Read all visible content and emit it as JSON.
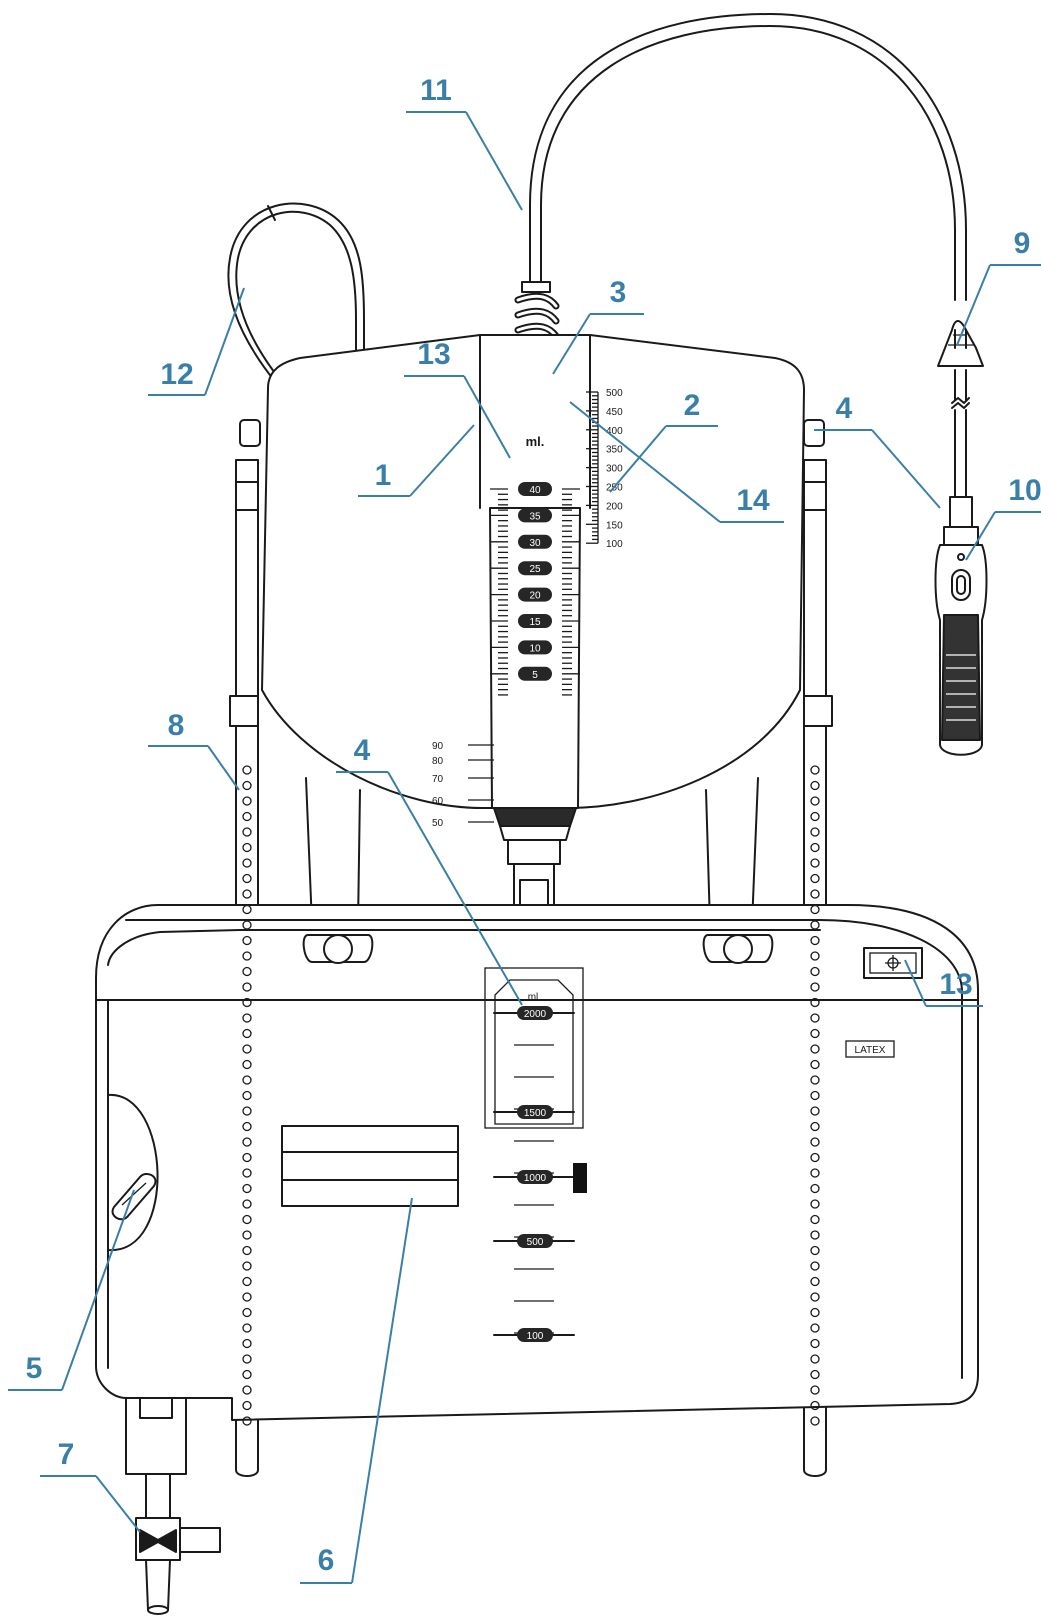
{
  "callouts": [
    {
      "id": "c11",
      "label": "11"
    },
    {
      "id": "c3",
      "label": "3"
    },
    {
      "id": "c13a",
      "label": "13"
    },
    {
      "id": "c2",
      "label": "2"
    },
    {
      "id": "c1",
      "label": "1"
    },
    {
      "id": "c14",
      "label": "14"
    },
    {
      "id": "c12",
      "label": "12"
    },
    {
      "id": "c9",
      "label": "9"
    },
    {
      "id": "c4a",
      "label": "4"
    },
    {
      "id": "c10",
      "label": "10"
    },
    {
      "id": "c8",
      "label": "8"
    },
    {
      "id": "c4b",
      "label": "4"
    },
    {
      "id": "c13b",
      "label": "13"
    },
    {
      "id": "c5",
      "label": "5"
    },
    {
      "id": "c6",
      "label": "6"
    },
    {
      "id": "c7",
      "label": "7"
    }
  ],
  "hourly_meter": {
    "unit_label": "ml.",
    "inner_scale": [
      "40",
      "35",
      "30",
      "25",
      "20",
      "15",
      "10",
      "5"
    ],
    "right_scale": [
      "500",
      "450",
      "400",
      "350",
      "300",
      "250",
      "200",
      "150",
      "100"
    ],
    "left_scale": [
      "90",
      "80",
      "70",
      "60",
      "50"
    ]
  },
  "bag": {
    "unit_label": "ml",
    "scale": [
      "2000",
      "1500",
      "1000",
      "500",
      "100"
    ],
    "latex_label": "LATEX"
  }
}
